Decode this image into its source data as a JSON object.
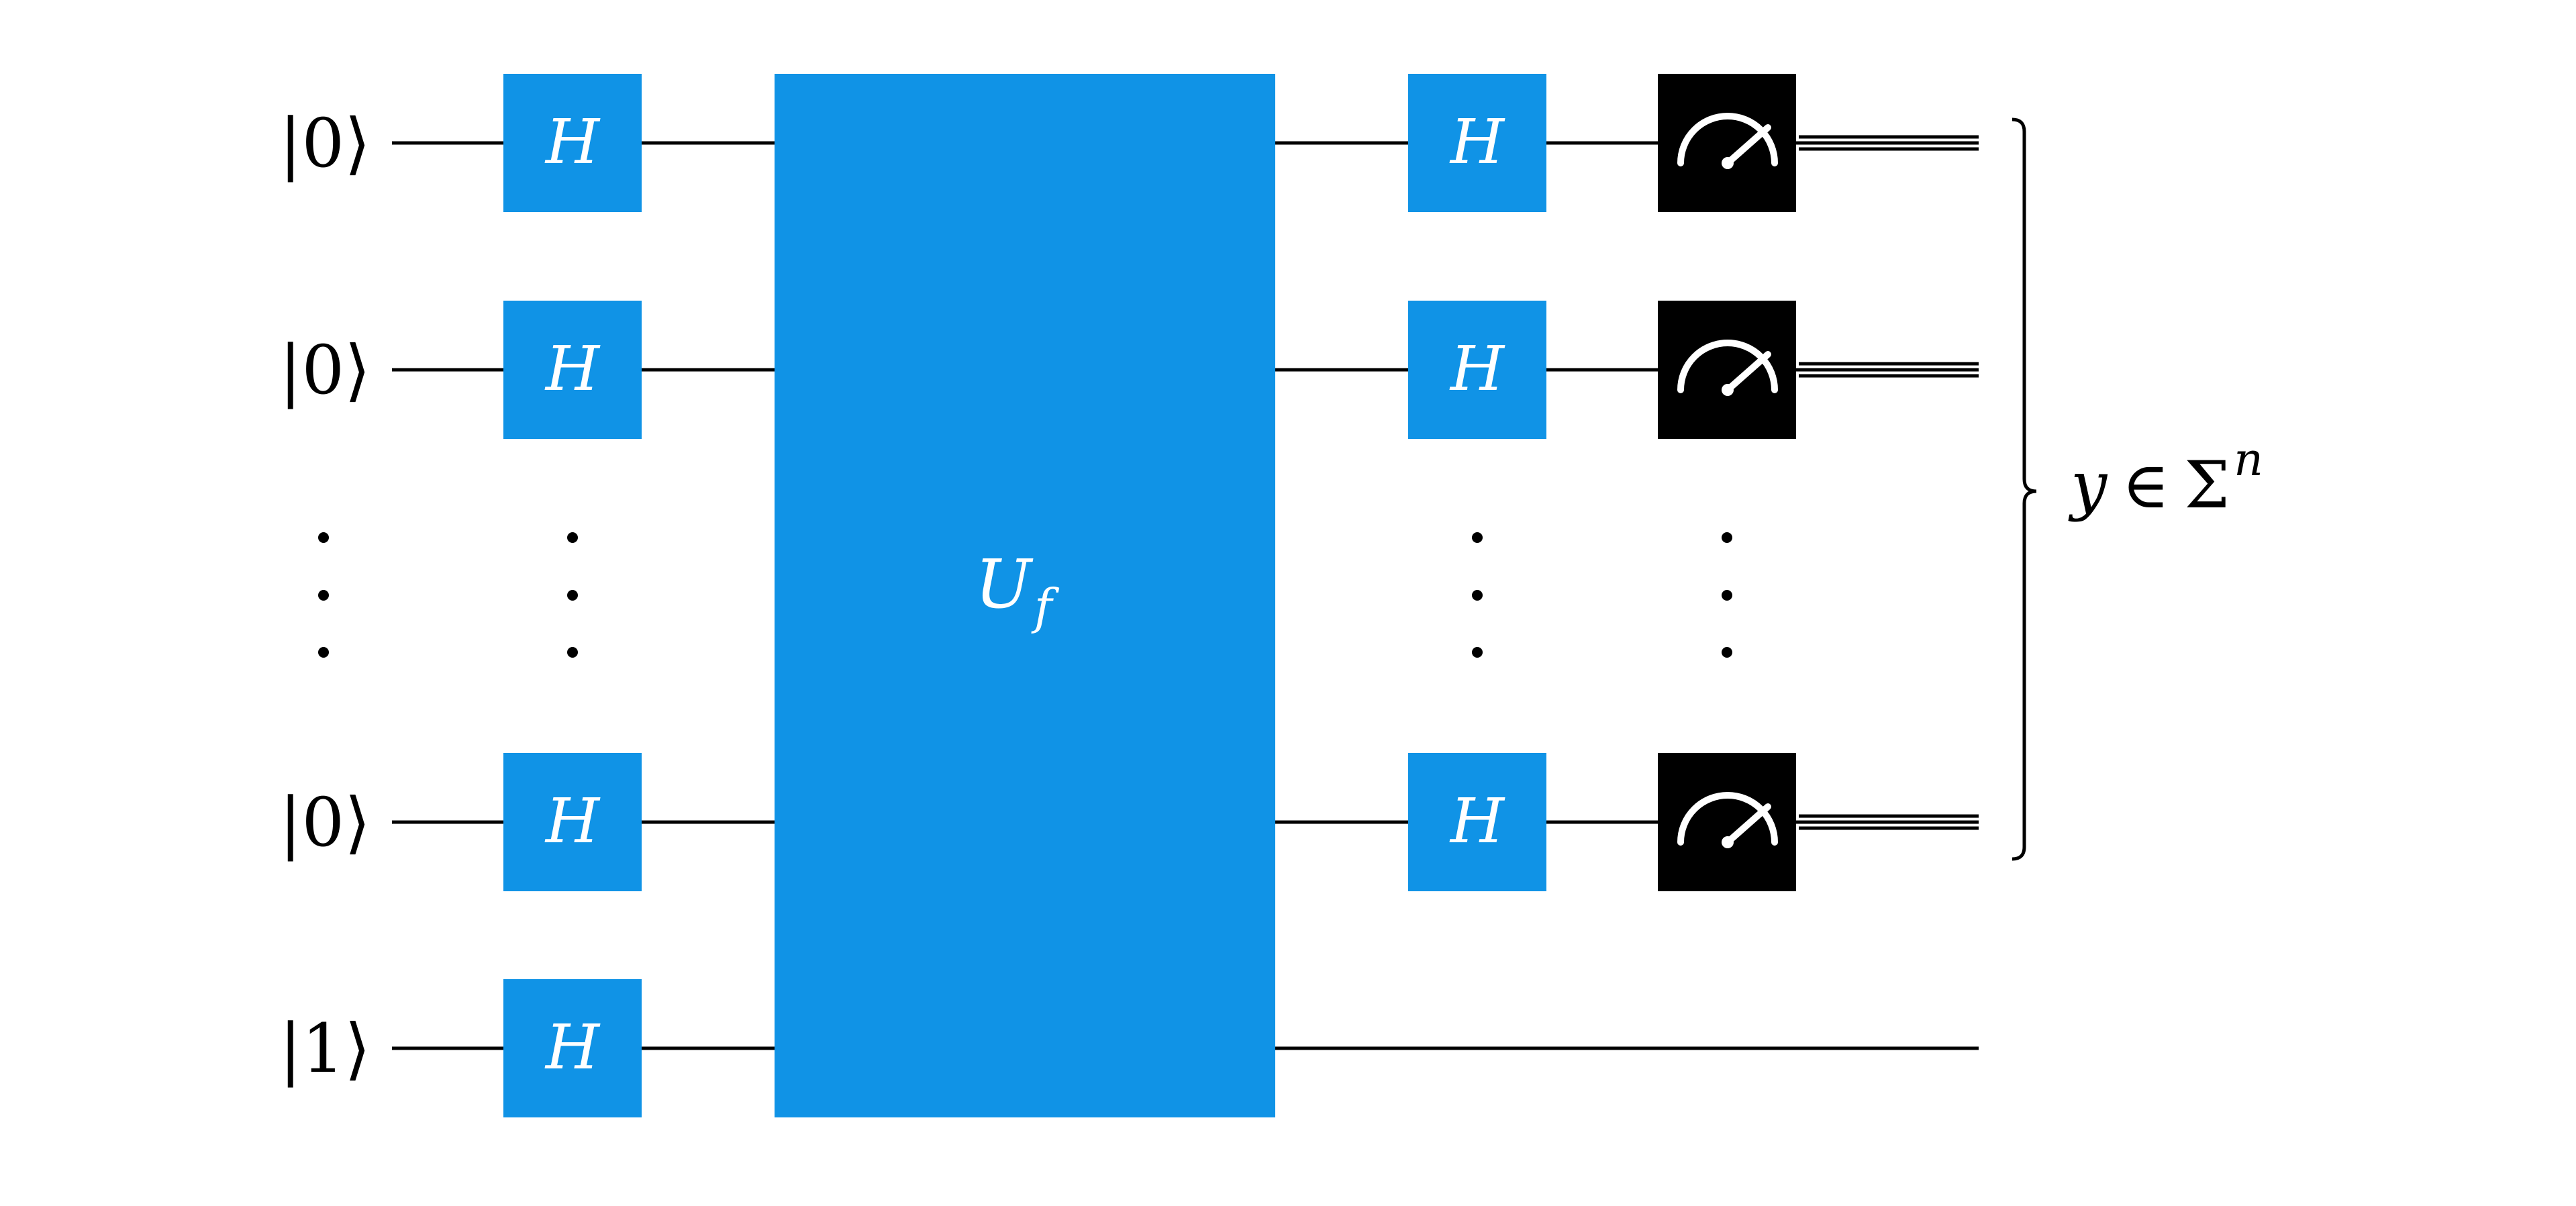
{
  "colors": {
    "gate": "#1093e6",
    "meter": "#000000",
    "wire": "#000000",
    "label": "#000000",
    "gate_text": "#ffffff"
  },
  "qubits": [
    {
      "ket": "|0⟩",
      "hadamard": "H",
      "final_hadamard": "H",
      "measured": true
    },
    {
      "ket": "|0⟩",
      "hadamard": "H",
      "final_hadamard": "H",
      "measured": true
    },
    {
      "ket": "|0⟩",
      "hadamard": "H",
      "final_hadamard": "H",
      "measured": true
    },
    {
      "ket": "|1⟩",
      "hadamard": "H",
      "final_hadamard": null,
      "measured": false
    }
  ],
  "ellipsis": "⋮",
  "oracle": {
    "symbol": "U",
    "subscript": "f"
  },
  "output": {
    "variable": "y",
    "relation": "∈",
    "set": "Σ",
    "exponent": "n"
  },
  "meter_icon": "gauge-icon"
}
